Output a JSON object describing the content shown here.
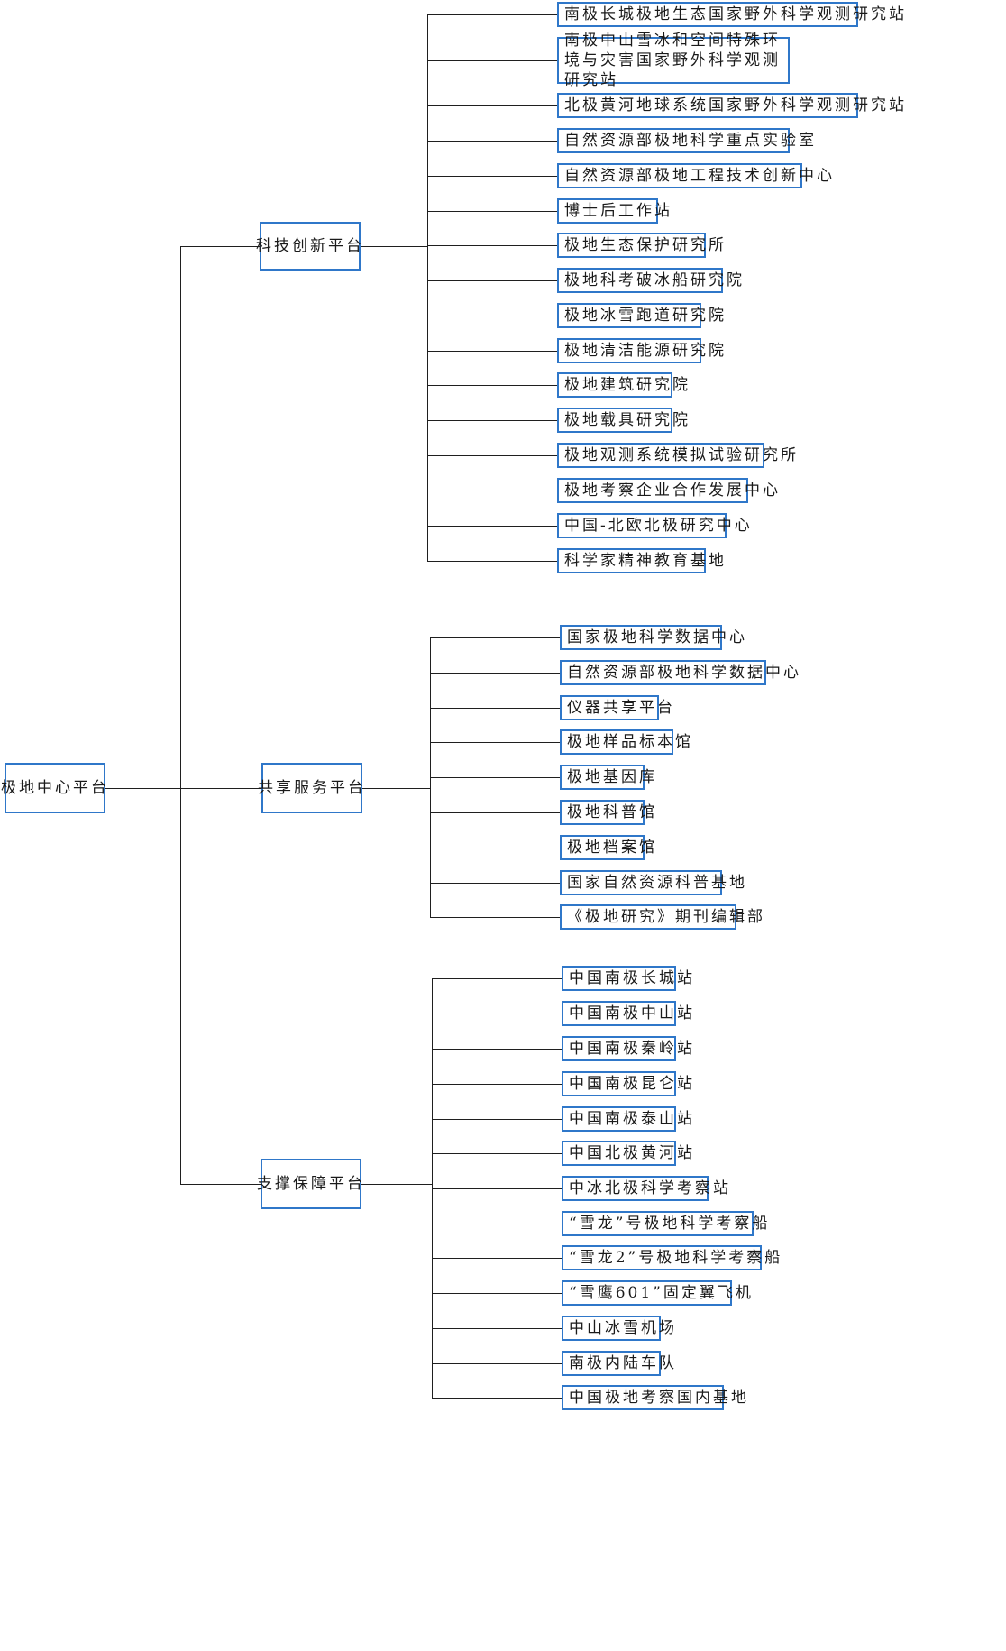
{
  "root": "极地中心平台",
  "platforms": [
    {
      "name": "科技创新平台",
      "items": [
        "南极长城极地生态国家野外科学观测研究站",
        "南极中山雪冰和空间特殊环境与灾害国家野外科学观测研究站",
        "北极黄河地球系统国家野外科学观测研究站",
        "自然资源部极地科学重点实验室",
        "自然资源部极地工程技术创新中心",
        "博士后工作站",
        "极地生态保护研究所",
        "极地科考破冰船研究院",
        "极地冰雪跑道研究院",
        "极地清洁能源研究院",
        "极地建筑研究院",
        "极地载具研究院",
        "极地观测系统模拟试验研究所",
        "极地考察企业合作发展中心",
        "中国-北欧北极研究中心",
        "科学家精神教育基地"
      ]
    },
    {
      "name": "共享服务平台",
      "items": [
        "国家极地科学数据中心",
        "自然资源部极地科学数据中心",
        "仪器共享平台",
        "极地样品标本馆",
        "极地基因库",
        "极地科普馆",
        "极地档案馆",
        "国家自然资源科普基地",
        "《极地研究》期刊编辑部"
      ]
    },
    {
      "name": "支撑保障平台",
      "items": [
        "中国南极长城站",
        "中国南极中山站",
        "中国南极秦岭站",
        "中国南极昆仑站",
        "中国南极泰山站",
        "中国北极黄河站",
        "中冰北极科学考察站",
        "“雪龙”号极地科学考察船",
        "“雪龙2”号极地科学考察船",
        "“雪鹰601”固定翼飞机",
        "中山冰雪机场",
        "南极内陆车队",
        "中国极地考察国内基地"
      ]
    }
  ]
}
